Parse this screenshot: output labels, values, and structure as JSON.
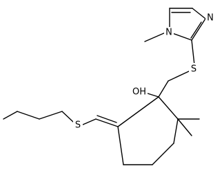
{
  "atoms": {
    "n_methyl": "N",
    "n_ring": "N",
    "s_thioether": "S",
    "oh": "OH",
    "s_butyl": "S"
  }
}
